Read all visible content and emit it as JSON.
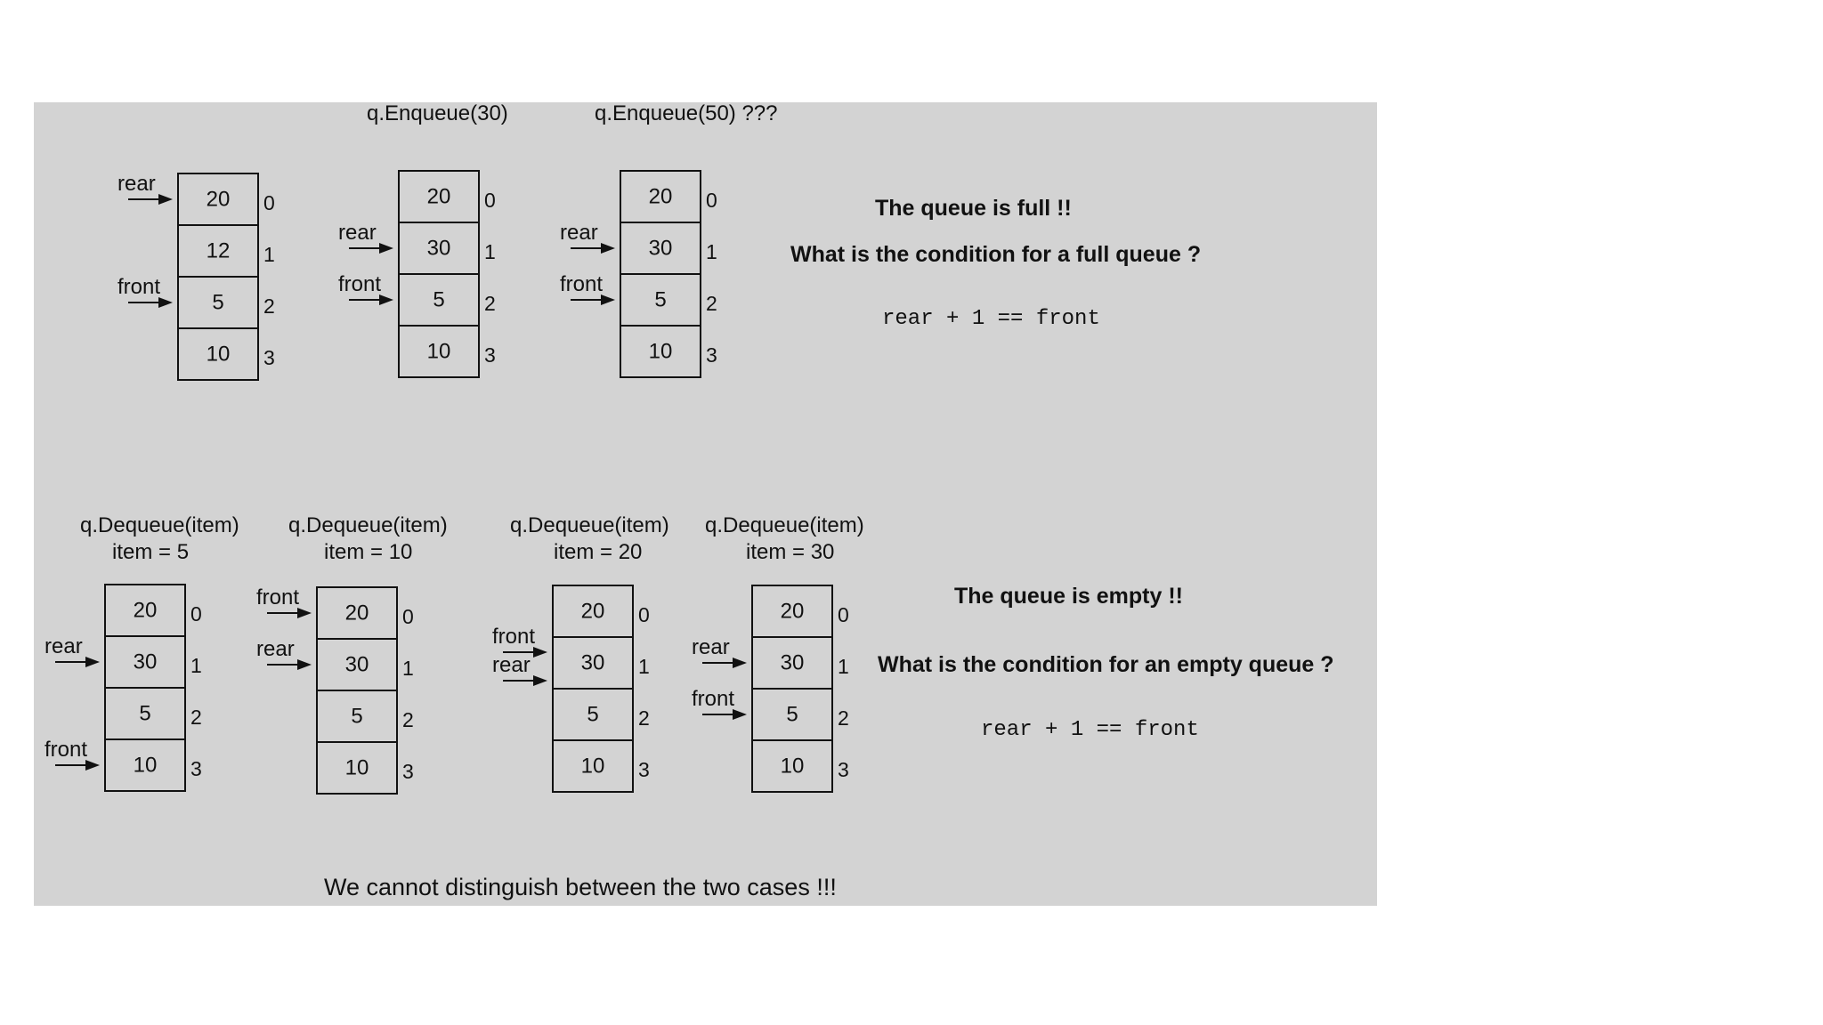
{
  "top_section": {
    "queues": [
      {
        "ops": [],
        "cells": [
          "20",
          "12",
          "5",
          "10"
        ],
        "indices": [
          "0",
          "1",
          "2",
          "3"
        ],
        "pointers": [
          {
            "label": "rear",
            "slot": 0
          },
          {
            "label": "front",
            "slot": 2
          }
        ]
      },
      {
        "ops": [
          "q.Enqueue(30)"
        ],
        "cells": [
          "20",
          "30",
          "5",
          "10"
        ],
        "indices": [
          "0",
          "1",
          "2",
          "3"
        ],
        "pointers": [
          {
            "label": "rear",
            "slot": 1
          },
          {
            "label": "front",
            "slot": 2
          }
        ]
      },
      {
        "ops": [
          "q.Enqueue(50) ???"
        ],
        "cells": [
          "20",
          "30",
          "5",
          "10"
        ],
        "indices": [
          "0",
          "1",
          "2",
          "3"
        ],
        "pointers": [
          {
            "label": "rear",
            "slot": 1
          },
          {
            "label": "front",
            "slot": 2
          }
        ]
      }
    ],
    "status": "The queue is full !!",
    "question": "What is the condition for a full queue ?",
    "condition": "rear + 1 == front"
  },
  "bottom_section": {
    "queues": [
      {
        "ops": [
          "q.Dequeue(item)",
          "item = 5"
        ],
        "cells": [
          "20",
          "30",
          "5",
          "10"
        ],
        "indices": [
          "0",
          "1",
          "2",
          "3"
        ],
        "pointers": [
          {
            "label": "rear",
            "slot": 1
          },
          {
            "label": "front",
            "slot": 3
          }
        ]
      },
      {
        "ops": [
          "q.Dequeue(item)",
          "item = 10"
        ],
        "cells": [
          "20",
          "30",
          "5",
          "10"
        ],
        "indices": [
          "0",
          "1",
          "2",
          "3"
        ],
        "pointers": [
          {
            "label": "front",
            "slot": 0
          },
          {
            "label": "rear",
            "slot": 1
          }
        ]
      },
      {
        "ops": [
          "q.Dequeue(item)",
          "item = 20"
        ],
        "cells": [
          "20",
          "30",
          "5",
          "10"
        ],
        "indices": [
          "0",
          "1",
          "2",
          "3"
        ],
        "pointers": [
          {
            "label": "front",
            "slot": 1
          },
          {
            "label": "rear",
            "slot": 1
          }
        ]
      },
      {
        "ops": [
          "q.Dequeue(item)",
          "item = 30"
        ],
        "cells": [
          "20",
          "30",
          "5",
          "10"
        ],
        "indices": [
          "0",
          "1",
          "2",
          "3"
        ],
        "pointers": [
          {
            "label": "rear",
            "slot": 1
          },
          {
            "label": "front",
            "slot": 2
          }
        ]
      }
    ],
    "status": "The queue is empty !!",
    "question": "What is the condition for an empty queue ?",
    "condition": "rear + 1 == front"
  },
  "footer": "We cannot distinguish between the two cases !!!"
}
